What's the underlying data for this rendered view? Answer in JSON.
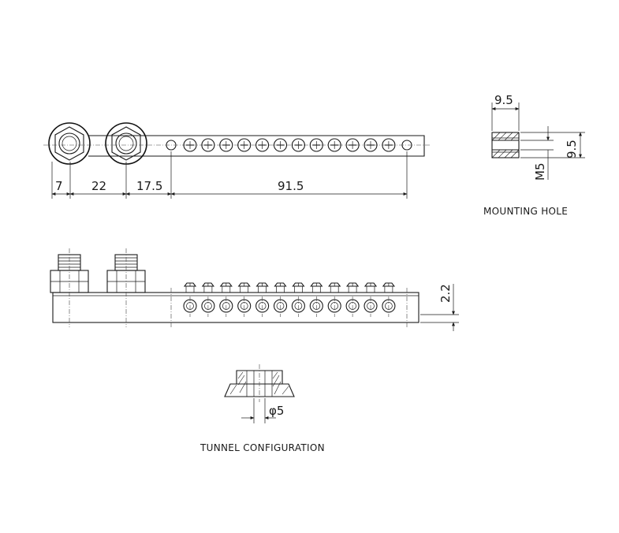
{
  "dimensions": {
    "top_view": [
      "7",
      "22",
      "17.5",
      "91.5"
    ],
    "mounting_width": "9.5",
    "mounting_height": "9.5",
    "thread": "M5",
    "side_height": "2.2",
    "tunnel_diameter": "φ5"
  },
  "captions": {
    "mounting_hole": "MOUNTING HOLE",
    "tunnel_configuration": "TUNNEL CONFIGURATION"
  },
  "terminal_count": 12
}
